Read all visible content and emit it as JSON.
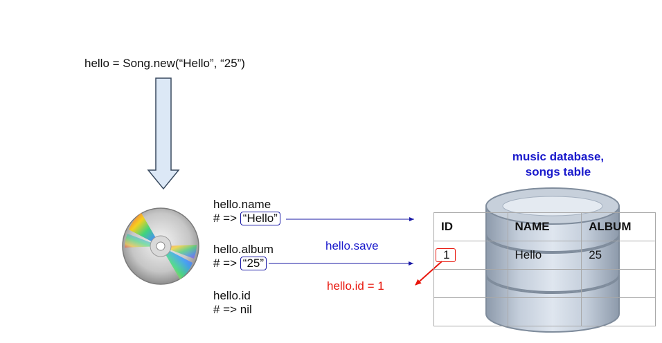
{
  "constructor_code": "hello = Song.new(“Hello”, “25”)",
  "object_lines": {
    "name_call": "hello.name",
    "name_prefix": "# =>",
    "name_value": "“Hello”",
    "album_call": "hello.album",
    "album_prefix": "# =>",
    "album_value": "“25”",
    "id_call": "hello.id",
    "id_result": "# => nil"
  },
  "save_label": "hello.save",
  "id_assignment": "hello.id = 1",
  "database": {
    "title_line1": "music database,",
    "title_line2": "songs table"
  },
  "table": {
    "headers": [
      "ID",
      "NAME",
      "ALBUM"
    ],
    "rows": [
      [
        "1",
        "Hello",
        "25"
      ],
      [
        "",
        "",
        ""
      ],
      [
        "",
        "",
        ""
      ]
    ]
  },
  "colors": {
    "arrow_fill": "#dce8f6",
    "arrow_stroke": "#38495e",
    "blue_text": "#1a1acc",
    "red_text": "#e8160c",
    "cylinder_fill": "#c2ccd8"
  },
  "icons": [
    "down-arrow-icon",
    "cd-disc-icon",
    "database-cylinder-icon"
  ]
}
